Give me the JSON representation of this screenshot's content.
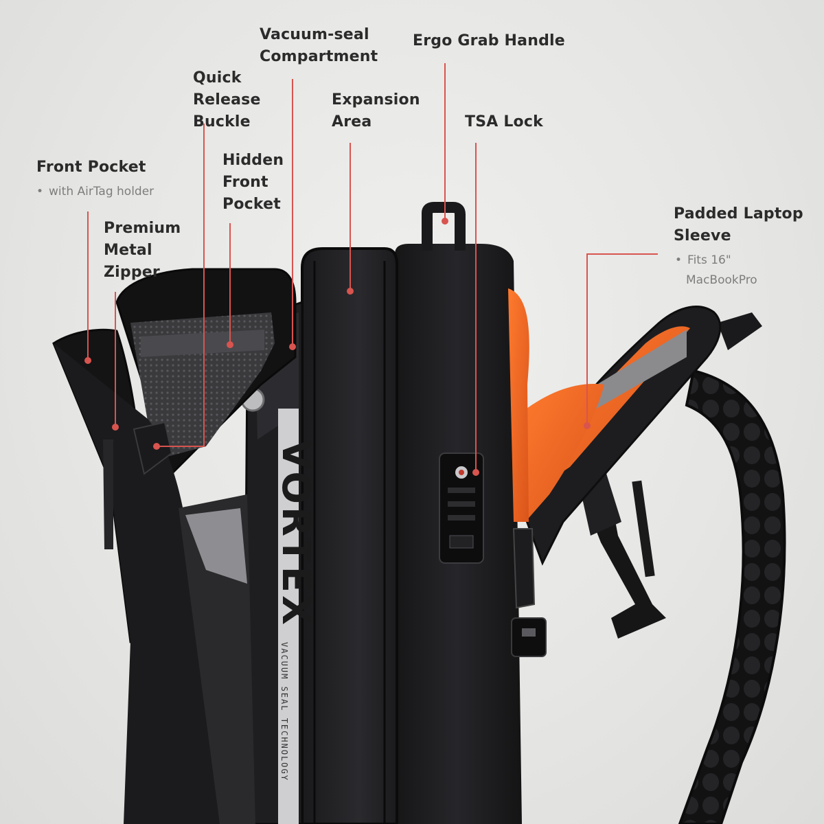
{
  "callouts": [
    {
      "id": "vacuum-seal-compartment",
      "lines": [
        "Vacuum-seal",
        "Compartment"
      ]
    },
    {
      "id": "ergo-grab-handle",
      "lines": [
        "Ergo Grab Handle"
      ]
    },
    {
      "id": "quick-release-buckle",
      "lines": [
        "Quick",
        "Release",
        "Buckle"
      ]
    },
    {
      "id": "expansion-area",
      "lines": [
        "Expansion",
        "Area"
      ]
    },
    {
      "id": "tsa-lock",
      "lines": [
        "TSA Lock"
      ]
    },
    {
      "id": "front-pocket",
      "lines": [
        "Front Pocket"
      ],
      "note": [
        "with AirTag holder"
      ]
    },
    {
      "id": "hidden-front-pocket",
      "lines": [
        "Hidden",
        "Front",
        "Pocket"
      ]
    },
    {
      "id": "premium-metal-zipper",
      "lines": [
        "Premium",
        "Metal",
        "Zipper"
      ]
    },
    {
      "id": "padded-laptop-sleeve",
      "lines": [
        "Padded Laptop",
        "Sleeve"
      ],
      "note": [
        "Fits 16\"",
        "MacBookPro"
      ]
    }
  ],
  "product_print": {
    "brand_text": "VORTEX",
    "side_text": "VACUUM SEAL TECHNOLOGY"
  },
  "colors": {
    "background": "#e6e6e4",
    "callout_line": "#d8544f",
    "label_text": "#2b2b2b",
    "note_text": "#7d7d7d",
    "bag_black": "#1c1c1e",
    "lining_orange": "#f26a22"
  }
}
